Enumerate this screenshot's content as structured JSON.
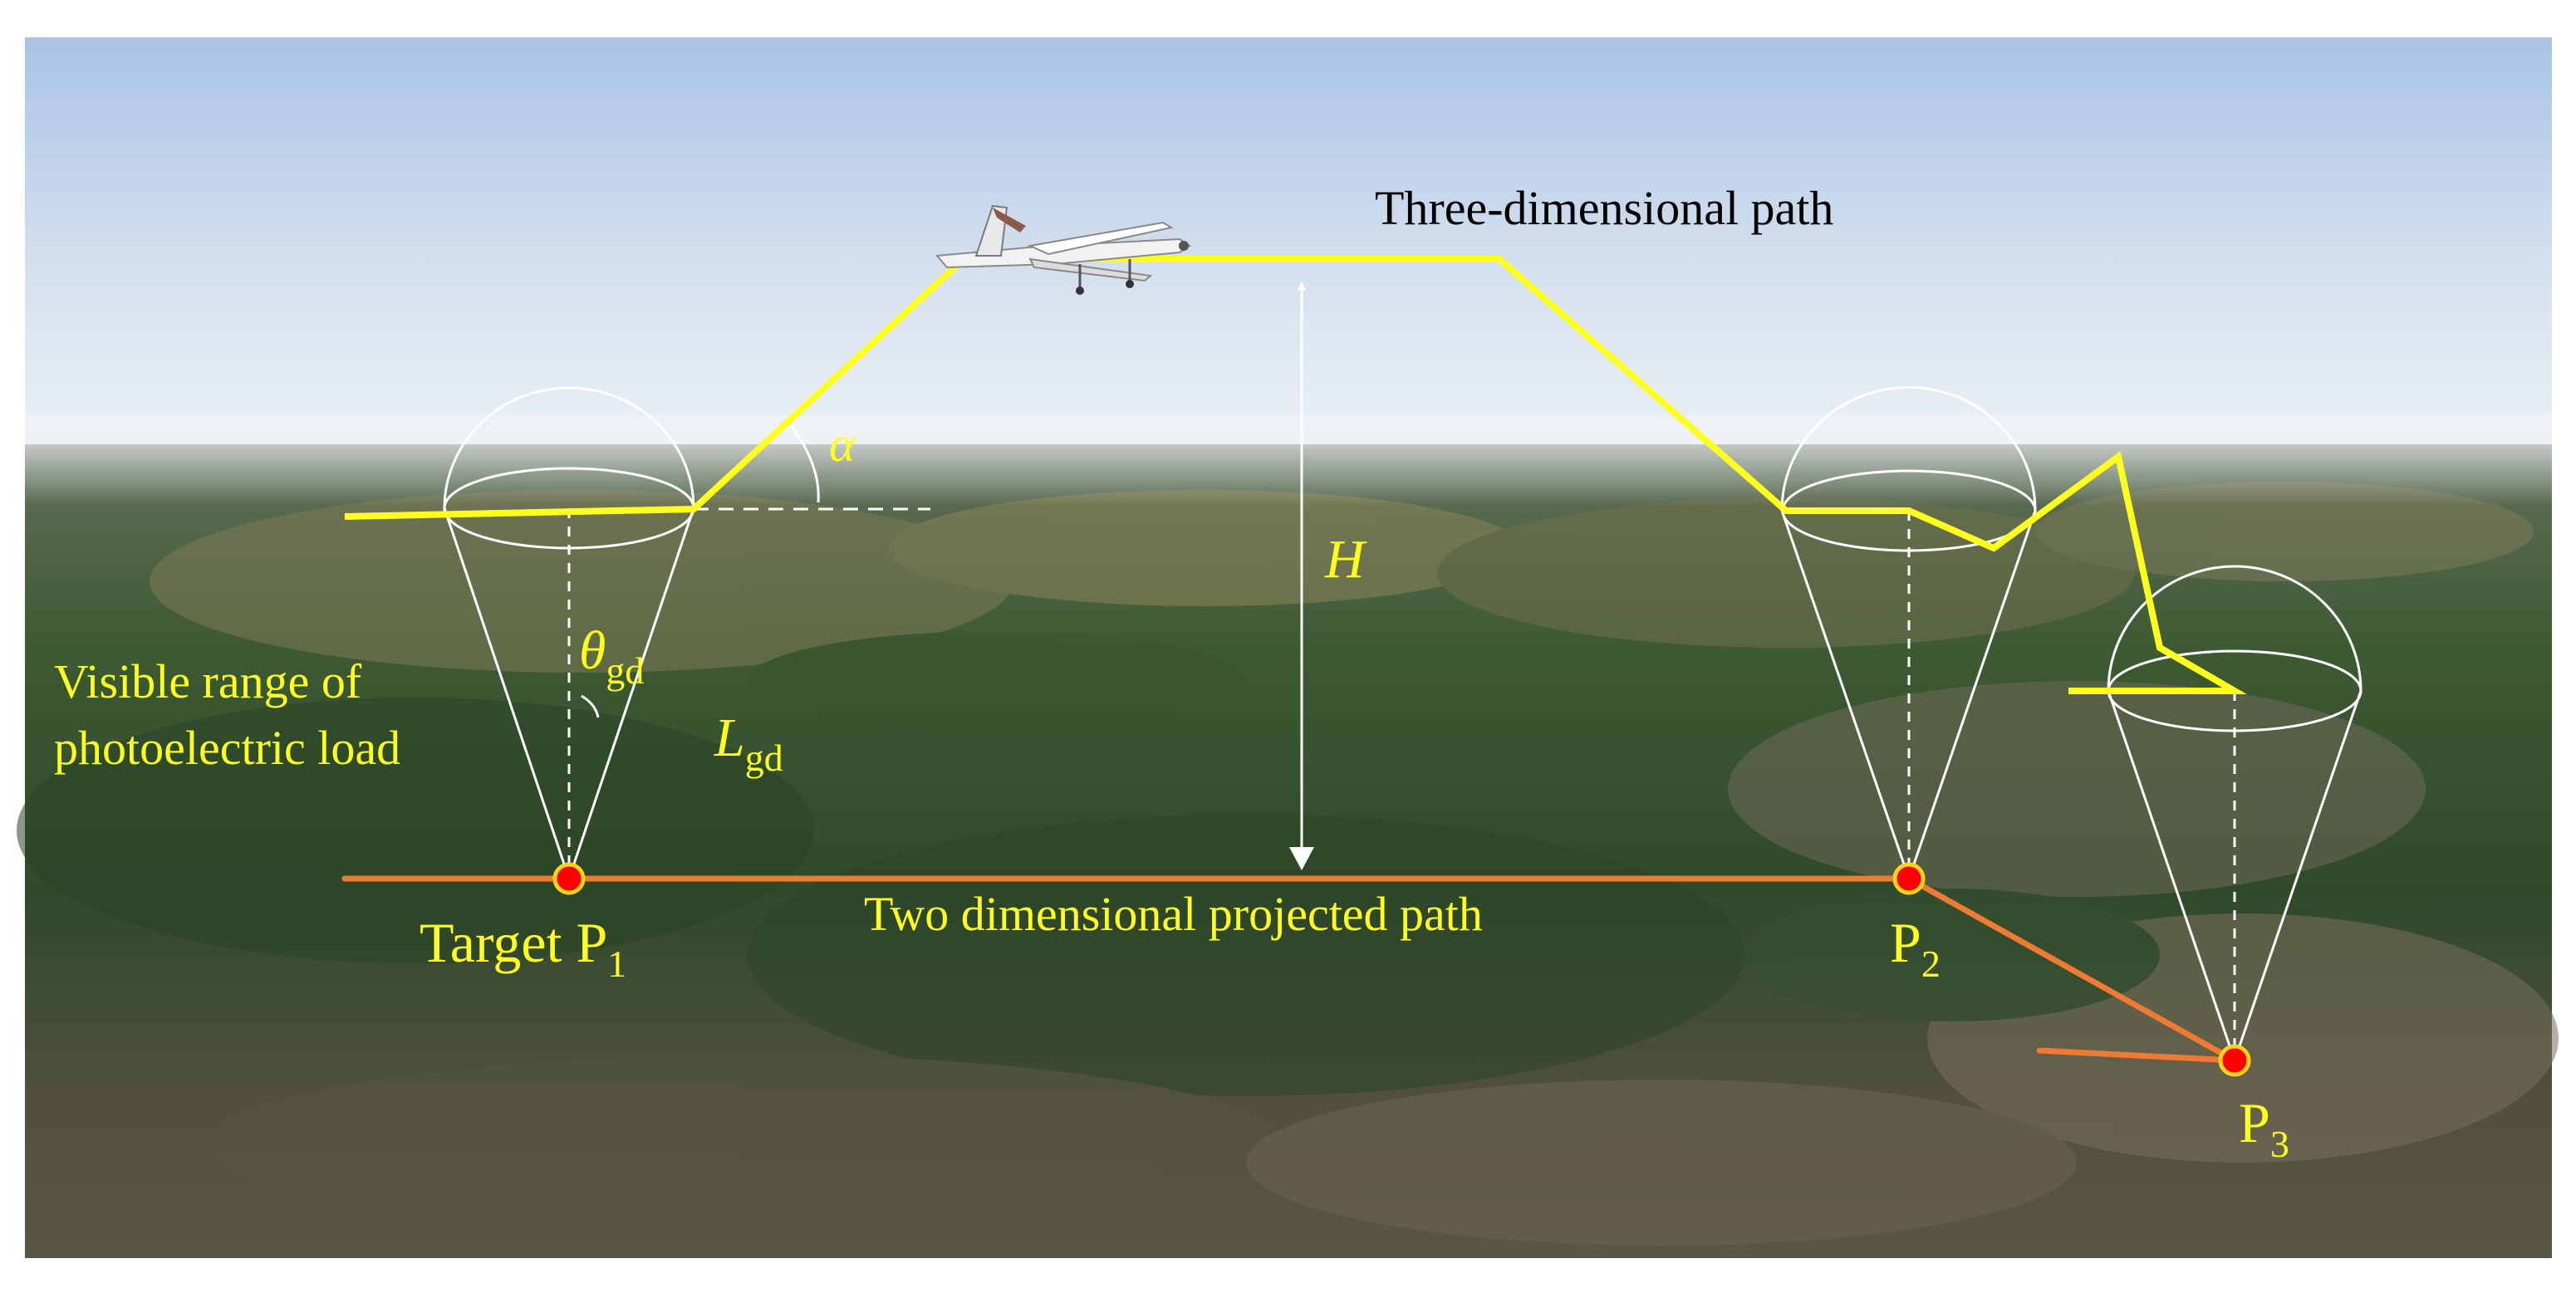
{
  "labels": {
    "three_dimensional_path": "Three-dimensional path",
    "two_dimensional_path": "Two dimensional projected path",
    "visible_range_line1": "Visible range of",
    "visible_range_line2": "photoelectric load",
    "target_p1_prefix": "Target P",
    "p_letter": "P",
    "sub_1": "1",
    "sub_2": "2",
    "sub_3": "3",
    "alpha": "α",
    "H": "H",
    "L": "L",
    "theta": "θ",
    "gd": "gd"
  },
  "colors": {
    "path_3d": "#ffff1f",
    "path_2d": "#ee7a33",
    "target_point": "#ff0000",
    "target_point_ring": "#ffd21a",
    "label_yellow": "#ffff1f",
    "sensor_cone": "#ffffff"
  },
  "icons": {
    "aircraft": "uav-icon",
    "target_marker": "target-point-icon"
  }
}
